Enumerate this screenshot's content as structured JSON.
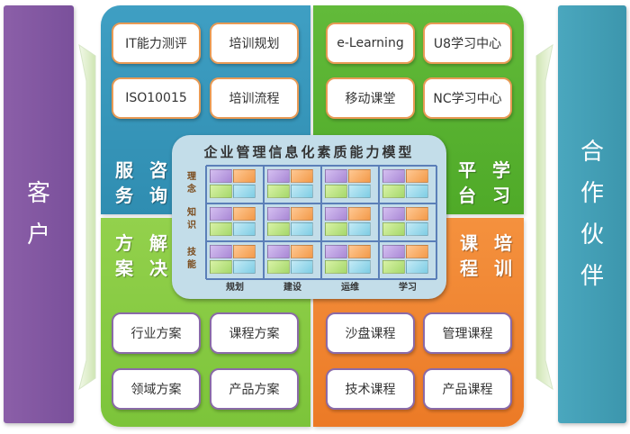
{
  "left_bar": {
    "chars": [
      "客",
      "户"
    ]
  },
  "right_bar": {
    "chars": [
      "合",
      "作",
      "伙",
      "伴"
    ]
  },
  "quadrants": {
    "top_left": {
      "label_line1": [
        "服",
        "咨"
      ],
      "label_line2": [
        "务",
        "询"
      ],
      "items": [
        "IT能力测评",
        "培训规划",
        "ISO10015",
        "培训流程"
      ]
    },
    "top_right": {
      "label_line1": [
        "平",
        "学"
      ],
      "label_line2": [
        "台",
        "习"
      ],
      "items": [
        "e-Learning",
        "U8学习中心",
        "移动课堂",
        "NC学习中心"
      ]
    },
    "bottom_left": {
      "label_line1": [
        "方",
        "解"
      ],
      "label_line2": [
        "案",
        "决"
      ],
      "items": [
        "行业方案",
        "课程方案",
        "领域方案",
        "产品方案"
      ]
    },
    "bottom_right": {
      "label_line1": [
        "课",
        "培"
      ],
      "label_line2": [
        "程",
        "训"
      ],
      "items": [
        "沙盘课程",
        "管理课程",
        "技术课程",
        "产品课程"
      ]
    }
  },
  "model": {
    "title": "企业管理信息化素质能力模型",
    "rows": [
      [
        "理",
        "念"
      ],
      [
        "知",
        "识"
      ],
      [
        "技",
        "能"
      ]
    ],
    "columns": [
      "规划",
      "建设",
      "运维",
      "学习"
    ]
  },
  "colors": {
    "service": "#3f9fc3",
    "platform": "#62ba3a",
    "solution": "#93d14c",
    "course": "#f4913e",
    "customer": "#8b5fa8",
    "partner": "#4aa7be",
    "model_bg": "#c3dde9"
  }
}
